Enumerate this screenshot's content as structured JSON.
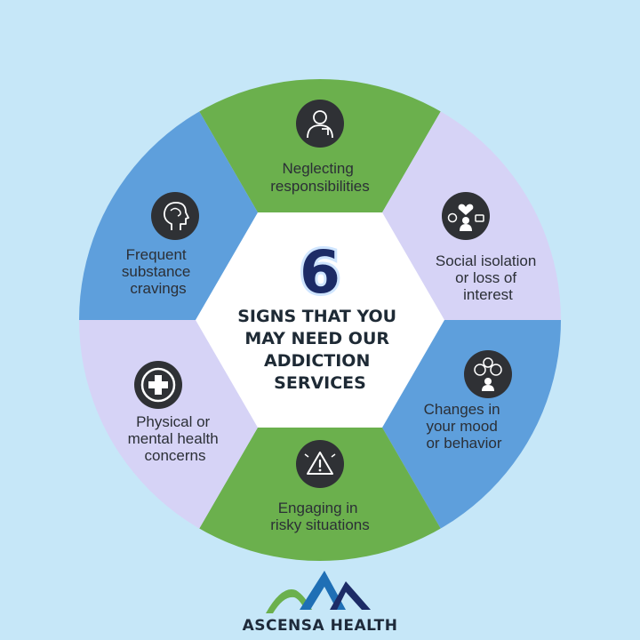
{
  "colors": {
    "background": "#c6e7f8",
    "green": "#6bb04d",
    "blue": "#5e9fdc",
    "lavender": "#d6d3f6",
    "center": "#ffffff",
    "icon_circle": "#2f3135",
    "headline": "#1c2b66"
  },
  "center": {
    "number": "6",
    "lines": [
      "SIGNS THAT YOU",
      "MAY NEED OUR",
      "ADDICTION",
      "SERVICES"
    ]
  },
  "segments": [
    {
      "id": "neglecting",
      "icon": "person-hand-on-chest-icon",
      "lines": [
        "Neglecting",
        "responsibilities"
      ],
      "color": "#6bb04d"
    },
    {
      "id": "social",
      "icon": "social-activities-icon",
      "lines": [
        "Social isolation",
        "or loss of",
        "interest"
      ],
      "color": "#d6d3f6"
    },
    {
      "id": "mood",
      "icon": "mood-faces-icon",
      "lines": [
        "Changes in",
        "your mood",
        "or behavior"
      ],
      "color": "#5e9fdc"
    },
    {
      "id": "risky",
      "icon": "warning-triangle-icon",
      "lines": [
        "Engaging in",
        "risky situations"
      ],
      "color": "#6bb04d"
    },
    {
      "id": "health",
      "icon": "medical-cross-icon",
      "lines": [
        "Physical or",
        "mental health",
        "concerns"
      ],
      "color": "#d6d3f6"
    },
    {
      "id": "cravings",
      "icon": "head-profile-icon",
      "lines": [
        "Frequent",
        "substance",
        "cravings"
      ],
      "color": "#5e9fdc"
    }
  ],
  "logo": {
    "text": "ASCENSA HEALTH",
    "colors": [
      "#6bb04d",
      "#1f6fb5",
      "#1c2b66"
    ]
  }
}
